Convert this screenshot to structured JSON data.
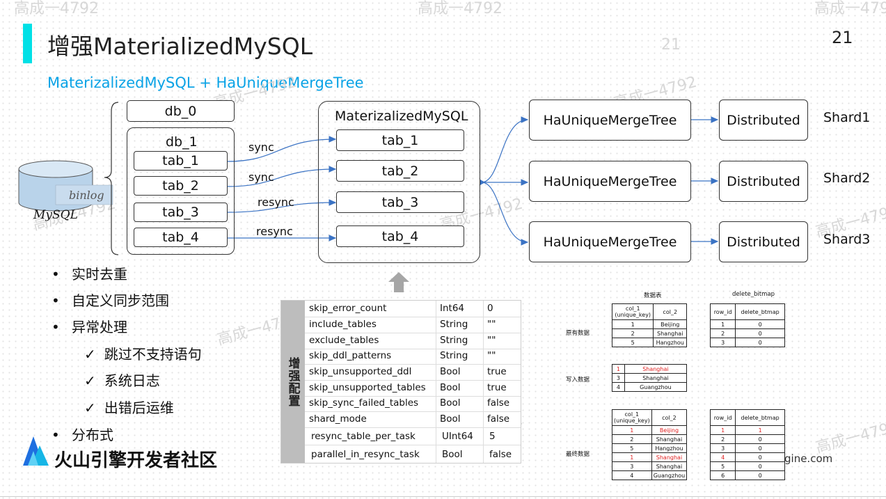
{
  "title": "增强MaterializedMySQL",
  "page_number": "21",
  "subtitle": "MaterizalizedMySQL + HaUniqueMergeTree",
  "watermarks": [
    "高成一4792",
    "21"
  ],
  "mysql": {
    "label": "MySQL",
    "binlog": "binlog"
  },
  "left_dbs": {
    "db0": "db_0",
    "db1": "db_1",
    "tabs": [
      "tab_1",
      "tab_2",
      "tab_3",
      "tab_4"
    ]
  },
  "edges": [
    "sync",
    "sync",
    "resync",
    "resync"
  ],
  "materialized": {
    "title": "MaterizalizedMySQL",
    "tabs": [
      "tab_1",
      "tab_2",
      "tab_3",
      "tab_4"
    ]
  },
  "merge_trees": [
    "HaUniqueMergeTree",
    "HaUniqueMergeTree",
    "HaUniqueMergeTree"
  ],
  "distributed": [
    "Distributed",
    "Distributed",
    "Distributed"
  ],
  "shards": [
    "Shard1",
    "Shard2",
    "Shard3"
  ],
  "bullets": [
    "实时去重",
    "自定义同步范围",
    "异常处理",
    "分布式"
  ],
  "sub_bullets": [
    "跳过不支持语句",
    "系统日志",
    "出错后运维"
  ],
  "check_mark": "✓",
  "config": {
    "side_label": "增强配置",
    "rows": [
      {
        "name": "skip_error_count",
        "type": "Int64",
        "value": "0"
      },
      {
        "name": "include_tables",
        "type": "String",
        "value": "\"\""
      },
      {
        "name": "exclude_tables",
        "type": "String",
        "value": "\"\""
      },
      {
        "name": "skip_ddl_patterns",
        "type": "String",
        "value": "\"\""
      },
      {
        "name": "skip_unsupported_ddl",
        "type": "Bool",
        "value": "true"
      },
      {
        "name": "skip_unsupported_tables",
        "type": "Bool",
        "value": "true"
      },
      {
        "name": "skip_sync_failed_tables",
        "type": "Bool",
        "value": "false"
      },
      {
        "name": "shard_mode",
        "type": "Bool",
        "value": "false"
      },
      {
        "name": "resync_table_per_task",
        "type": "UInt64",
        "value": "5"
      },
      {
        "name": "parallel_in_resync_task",
        "type": "Bool",
        "value": "false"
      }
    ]
  },
  "example": {
    "data_table_title": "数据表",
    "bitmap_title": "delete_bitmap",
    "labels": {
      "original": "原有数据",
      "write": "写入数据",
      "final": "最终数据"
    },
    "data_header": [
      "col_1",
      "(unique_key)",
      "col_2"
    ],
    "bitmap_header": [
      "row_id",
      "delete_btmap"
    ],
    "original_rows": [
      [
        "1",
        "Beijing"
      ],
      [
        "2",
        "Shanghai"
      ],
      [
        "5",
        "Hangzhou"
      ]
    ],
    "original_bitmap": [
      [
        "1",
        "0"
      ],
      [
        "2",
        "0"
      ],
      [
        "3",
        "0"
      ]
    ],
    "write_rows": [
      [
        "1",
        "Shanghai"
      ],
      [
        "3",
        "Shanghai"
      ],
      [
        "4",
        "Guangzhou"
      ]
    ],
    "final_rows": [
      [
        "1",
        "Beijing"
      ],
      [
        "2",
        "Shanghai"
      ],
      [
        "5",
        "Hangzhou"
      ],
      [
        "1",
        "Shanghai"
      ],
      [
        "3",
        "Shanghai"
      ],
      [
        "4",
        "Guangzhou"
      ]
    ],
    "final_bitmap": [
      [
        "1",
        "1"
      ],
      [
        "2",
        "0"
      ],
      [
        "3",
        "0"
      ],
      [
        "4",
        "0"
      ],
      [
        "5",
        "0"
      ],
      [
        "6",
        "0"
      ]
    ]
  },
  "logo_text": "火山引擎开发者社区",
  "url_fragment": "gine.com",
  "colors": {
    "accent": "#00e0e6",
    "subtitle": "#0aa3e6",
    "arrow": "#3b73c4",
    "highlight": "#e02020"
  }
}
